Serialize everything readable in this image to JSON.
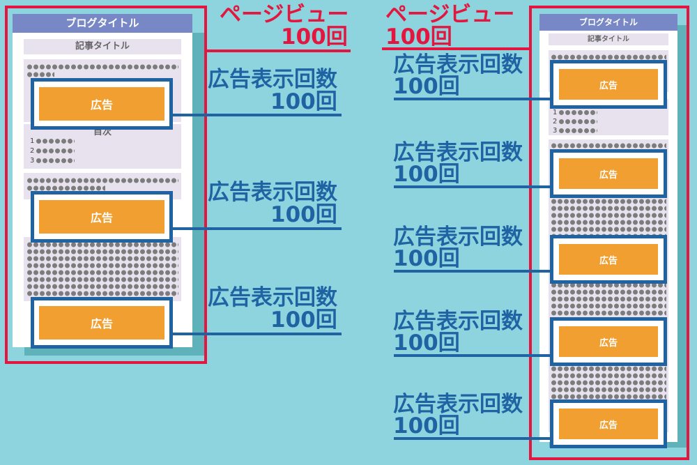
{
  "mockup": {
    "blog_title": "ブログタイトル",
    "article_title": "記事タイトル",
    "ad_label": "広告",
    "toc_label": "目次",
    "toc_numbers": [
      "1",
      "2",
      "3"
    ]
  },
  "labels": {
    "page_view": "ページビュー",
    "page_view_count": "100回",
    "ad_impressions": "広告表示回数",
    "ad_impressions_count": "100回"
  },
  "colors": {
    "background": "#8dd4df",
    "highlight_red": "#e3163f",
    "ad_frame_blue": "#1f63a3",
    "ad_orange": "#f29f32",
    "header_purple": "#7887c5"
  }
}
